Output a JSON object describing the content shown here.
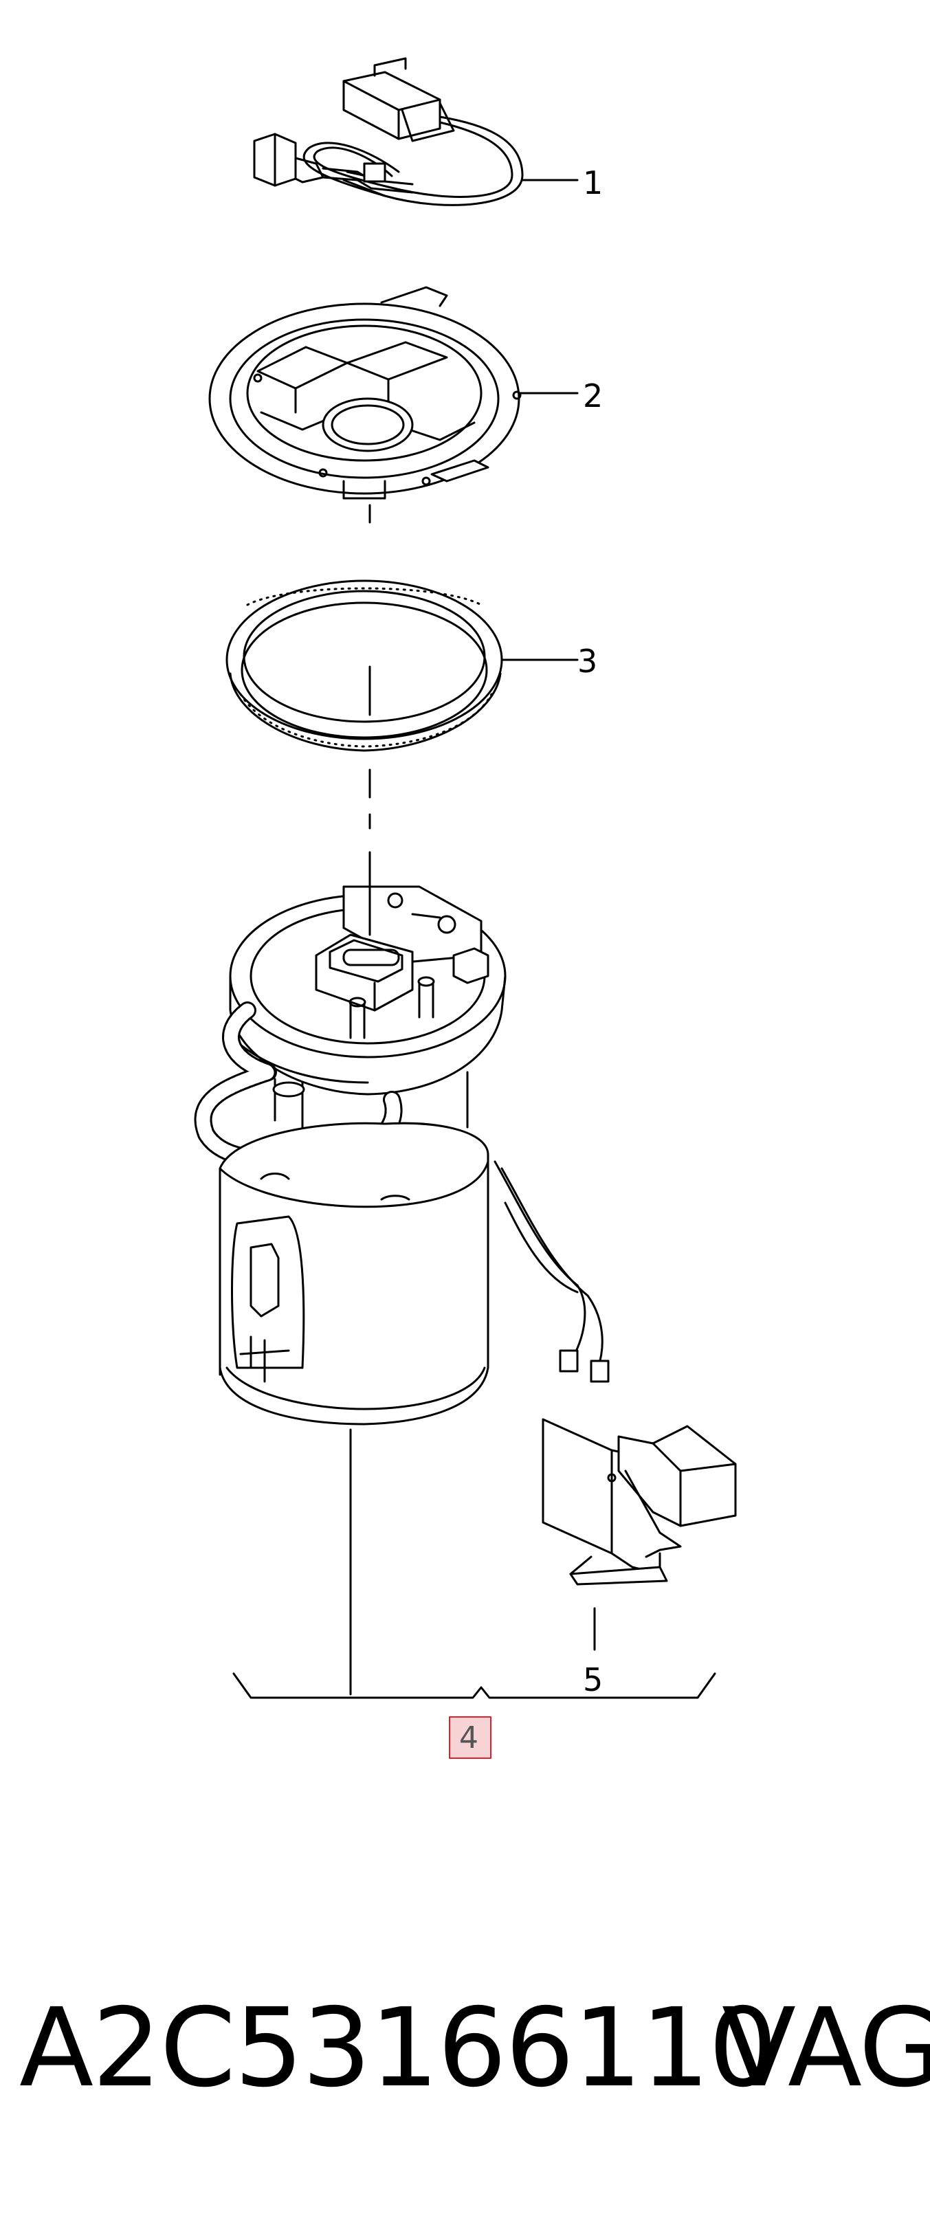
{
  "callouts": {
    "c1": "1",
    "c2": "2",
    "c3": "3",
    "c4": "4",
    "c5": "5"
  },
  "footer": {
    "part_number": "A2C53166110",
    "brand": "VAG"
  },
  "colors": {
    "line": "#000000",
    "highlight_fill": "#f8d3d6",
    "highlight_border": "#d9242f",
    "background": "#ffffff"
  }
}
